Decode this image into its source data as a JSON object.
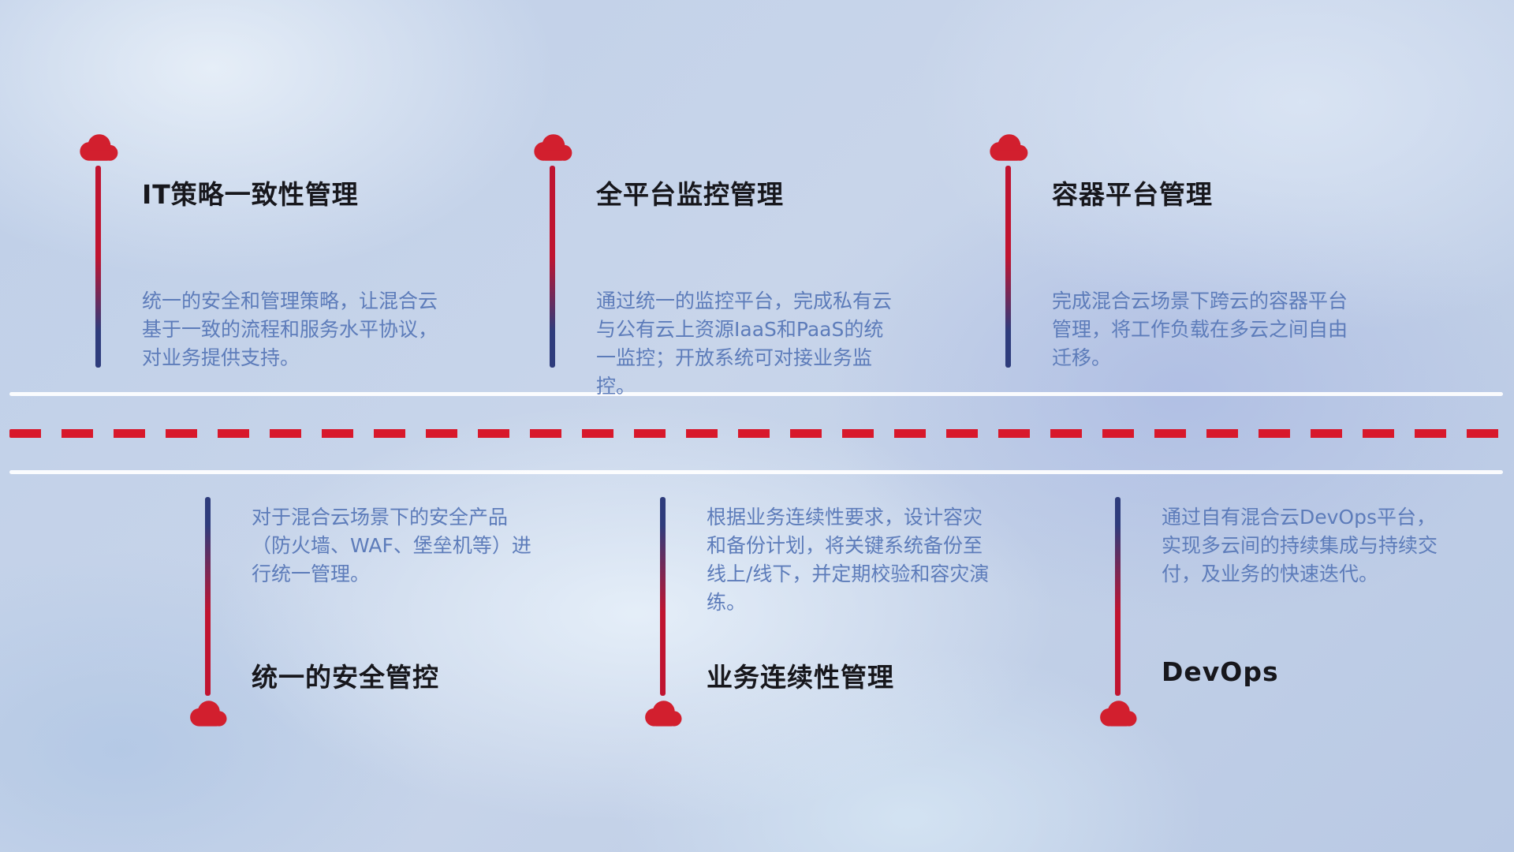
{
  "top_items": [
    {
      "title": "IT策略一致性管理",
      "description": "统一的安全和管理策略，让混合云基于一致的流程和服务水平协议，对业务提供支持。"
    },
    {
      "title": "全平台监控管理",
      "description": "通过统一的监控平台，完成私有云与公有云上资源IaaS和PaaS的统一监控；开放系统可对接业务监控。"
    },
    {
      "title": "容器平台管理",
      "description": "完成混合云场景下跨云的容器平台管理，将工作负载在多云之间自由迁移。"
    }
  ],
  "bottom_items": [
    {
      "title": "统一的安全管控",
      "description": "对于混合云场景下的安全产品（防火墙、WAF、堡垒机等）进行统一管理。"
    },
    {
      "title": "业务连续性管理",
      "description": "根据业务连续性要求，设计容灾和备份计划，将关键系统备份至线上/线下，并定期校验和容灾演练。"
    },
    {
      "title": "DevOps",
      "description": "通过自有混合云DevOps平台，实现多云间的持续集成与持续交付，及业务的快速迭代。"
    }
  ],
  "colors": {
    "cloud_red": "#d21f2e",
    "dash_red": "#d8182b",
    "line_red": "#c01430",
    "line_navy": "#2e3c7c",
    "title_color": "#17171c",
    "desc_color": "#5d7cba"
  }
}
